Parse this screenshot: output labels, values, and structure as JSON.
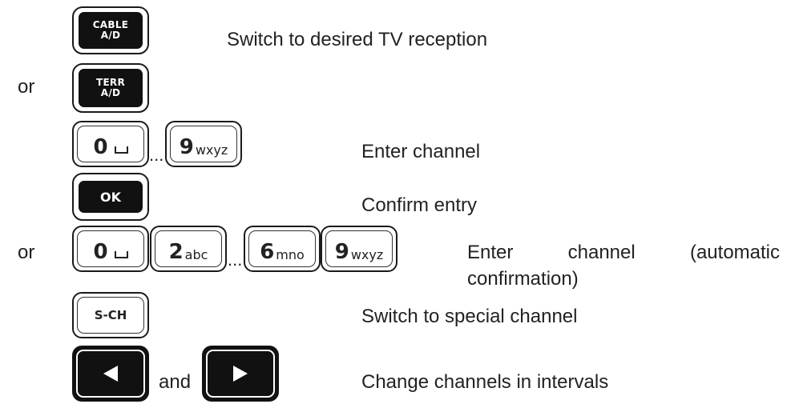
{
  "rows": {
    "reception": {
      "text": "Switch to desired TV reception"
    },
    "terr": {
      "or": "or"
    },
    "enter_channel": {
      "text": "Enter channel"
    },
    "confirm": {
      "text": "Confirm entry"
    },
    "auto": {
      "or": "or",
      "text_line1": "Enter channel (automatic",
      "text_line2": "confirmation)"
    },
    "special": {
      "text": "Switch to special channel"
    },
    "intervals": {
      "and": "and",
      "text": "Change channels in intervals"
    }
  },
  "keys": {
    "cable_top": "CABLE",
    "cable_bottom": "A/D",
    "terr_top": "TERR",
    "terr_bottom": "A/D",
    "ok": "OK",
    "sch": "S-CH",
    "digit_0": "0",
    "digit_2": "2",
    "digit_6": "6",
    "digit_9": "9",
    "sub_2": "abc",
    "sub_6": "mno",
    "sub_9": "wxyz",
    "ellipsis": "..."
  },
  "icons": {
    "left": "left-arrow-icon",
    "right": "right-arrow-icon",
    "space": "space-bar-icon"
  }
}
